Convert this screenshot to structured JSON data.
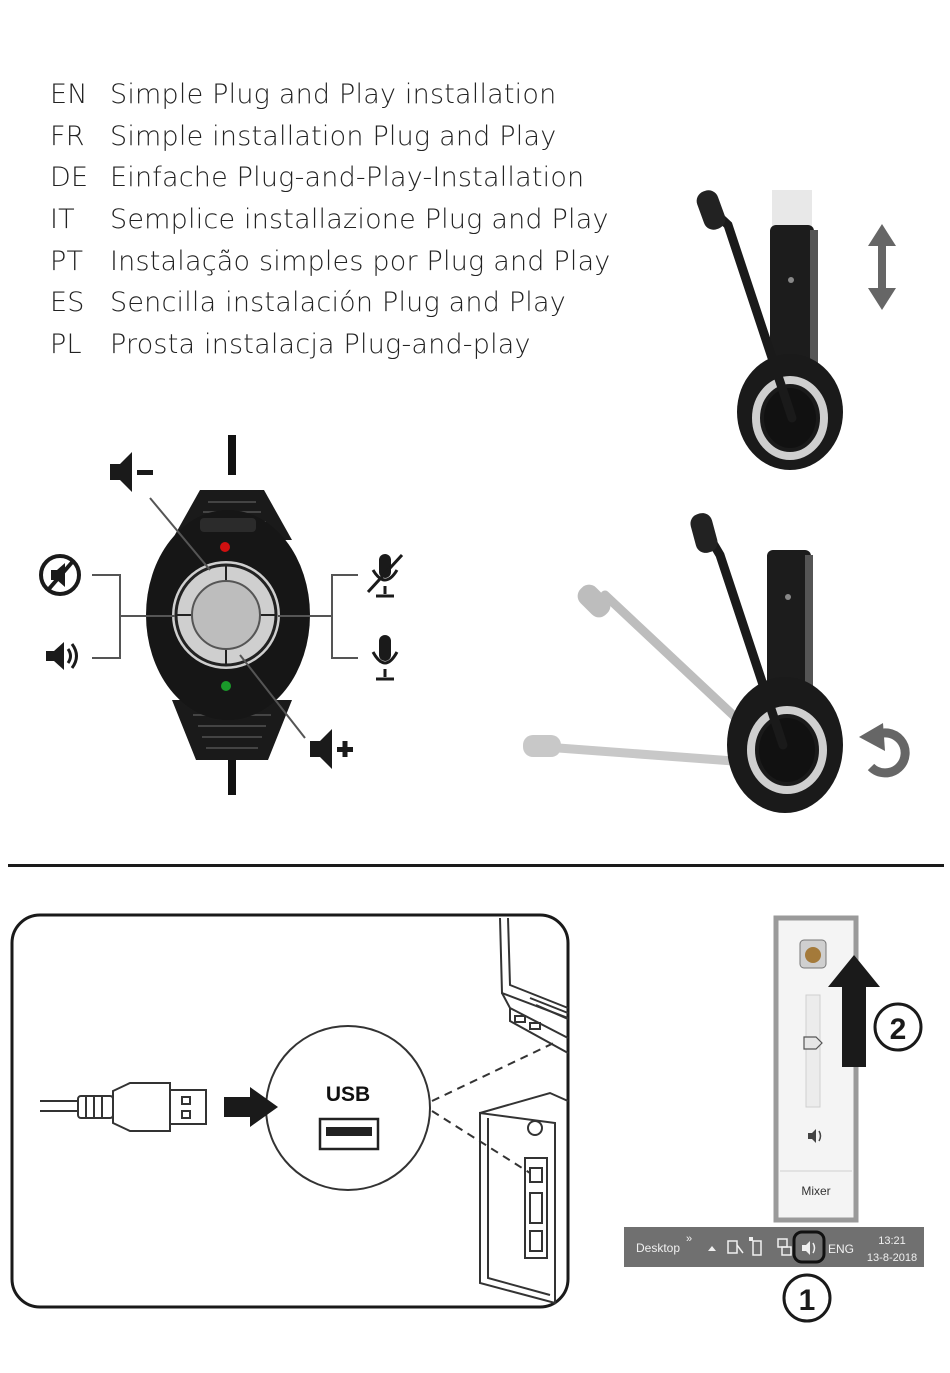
{
  "languages": [
    {
      "code": "EN",
      "text": "Simple Plug and Play installation"
    },
    {
      "code": "FR",
      "text": "Simple installation Plug and Play"
    },
    {
      "code": "DE",
      "text": "Einfache Plug-and-Play-Installation"
    },
    {
      "code": "IT",
      "text": "Semplice installazione Plug and Play"
    },
    {
      "code": "PT",
      "text": "Instalação simples por Plug and Play"
    },
    {
      "code": "ES",
      "text": "Sencilla instalación Plug and Play"
    },
    {
      "code": "PL",
      "text": "Prosta instalacja Plug-and-play"
    }
  ],
  "usb": {
    "label": "USB"
  },
  "taskbar": {
    "desktop_label": "Desktop",
    "chevron": "»",
    "language": "ENG",
    "time": "13:21",
    "date": "13-8-2018"
  },
  "volume_popup": {
    "mixer_label": "Mixer"
  },
  "steps": {
    "step1": "1",
    "step2": "2"
  },
  "icons": {
    "controller": [
      "volume-down-icon",
      "mute-speaker-icon",
      "speaker-icon",
      "mic-mute-icon",
      "mic-icon",
      "volume-up-icon"
    ],
    "other": [
      "height-adjust-arrow-icon",
      "rotate-arrow-icon",
      "insert-arrow-icon",
      "up-arrow-icon"
    ]
  },
  "colors": {
    "led_red": "#d01010",
    "led_green": "#1a9a2a",
    "taskbar": "#707070"
  }
}
